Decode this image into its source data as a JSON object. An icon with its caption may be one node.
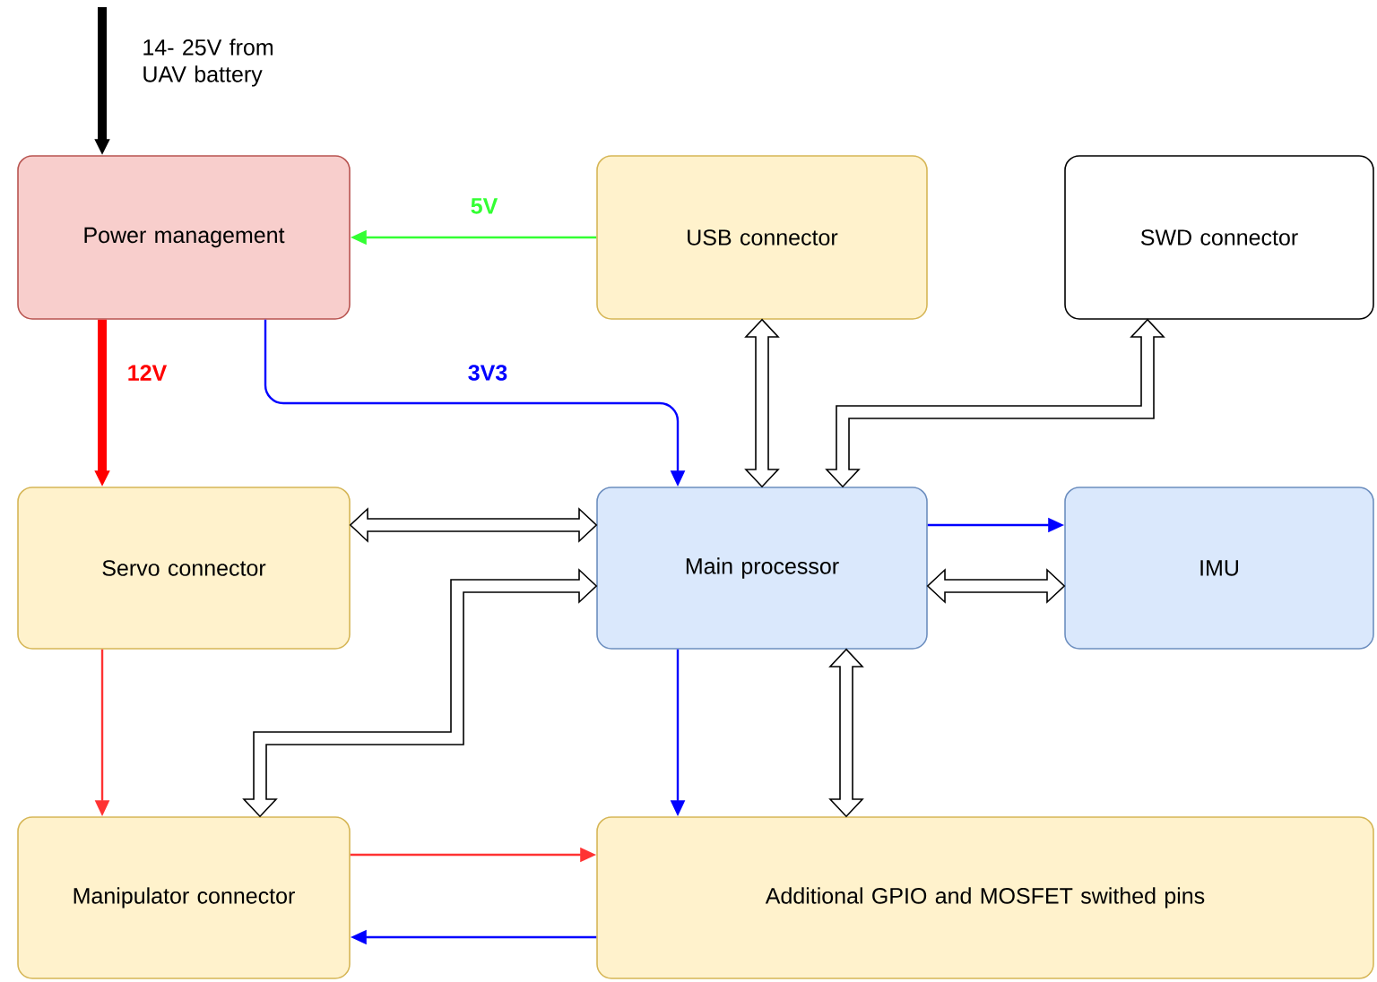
{
  "diagram": {
    "nodes": [
      {
        "text": [
          "Power management"
        ]
      },
      {
        "text": [
          "USB connector"
        ]
      },
      {
        "text": [
          "SWD connector"
        ]
      },
      {
        "text": [
          "Servo connector"
        ]
      },
      {
        "text": [
          "Main processor"
        ]
      },
      {
        "text": [
          "IMU"
        ]
      },
      {
        "text": [
          "Manipulator connector"
        ]
      },
      {
        "text": [
          "Additional GPIO and MOSFET swithed pins"
        ]
      }
    ],
    "edges": [
      {
        "from": null,
        "to": 0,
        "arrow": "to",
        "label": "14- 25V from UAV battery",
        "style": "thick",
        "color": "#000000"
      },
      {
        "from": 1,
        "to": 0,
        "arrow": "to",
        "label": "5V",
        "color": "#33ff33"
      },
      {
        "from": 0,
        "to": 3,
        "arrow": "to",
        "label": "12V",
        "style": "thick",
        "color": "#ff0000"
      },
      {
        "from": 0,
        "to": 4,
        "arrow": "to",
        "label": "3V3",
        "color": "#0000ff"
      },
      {
        "from": 1,
        "to": 4,
        "arrow": "both"
      },
      {
        "from": 2,
        "to": 4,
        "arrow": "both"
      },
      {
        "from": 3,
        "to": 4,
        "arrow": "both"
      },
      {
        "from": 4,
        "to": 5,
        "arrow": "to",
        "color": "#0000ff"
      },
      {
        "from": 4,
        "to": 5,
        "arrow": "both"
      },
      {
        "from": 4,
        "to": 6,
        "arrow": "both"
      },
      {
        "from": 4,
        "to": 7,
        "arrow": "to",
        "color": "#0000ff"
      },
      {
        "from": 4,
        "to": 7,
        "arrow": "both"
      },
      {
        "from": 3,
        "to": 6,
        "arrow": "to",
        "color": "#ff3333"
      },
      {
        "from": 6,
        "to": 7,
        "arrow": "to",
        "color": "#ff3333"
      },
      {
        "from": 7,
        "to": 6,
        "arrow": "to",
        "color": "#0000ff"
      }
    ]
  }
}
